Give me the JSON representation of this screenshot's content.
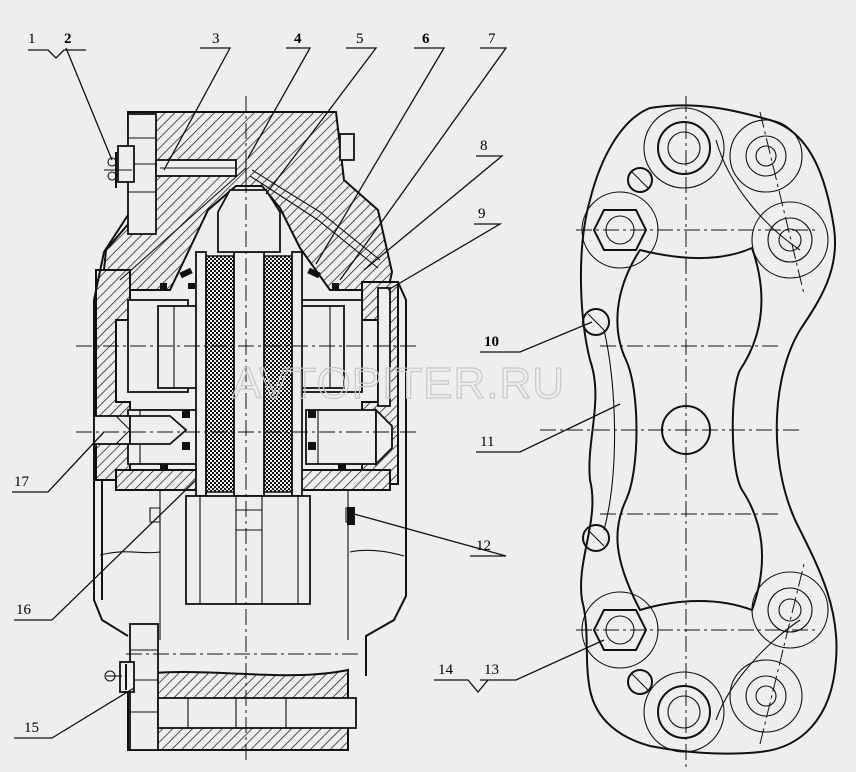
{
  "watermark": "AVTOPITER.RU",
  "callouts": [
    {
      "id": "c1",
      "text": "1"
    },
    {
      "id": "c2",
      "text": "2"
    },
    {
      "id": "c3",
      "text": "3"
    },
    {
      "id": "c4",
      "text": "4"
    },
    {
      "id": "c5",
      "text": "5"
    },
    {
      "id": "c6",
      "text": "6"
    },
    {
      "id": "c7",
      "text": "7"
    },
    {
      "id": "c8",
      "text": "8"
    },
    {
      "id": "c9",
      "text": "9"
    },
    {
      "id": "c10",
      "text": "10"
    },
    {
      "id": "c11",
      "text": "11"
    },
    {
      "id": "c12",
      "text": "12"
    },
    {
      "id": "c13",
      "text": "13"
    },
    {
      "id": "c14",
      "text": "14"
    },
    {
      "id": "c15",
      "text": "15"
    },
    {
      "id": "c16",
      "text": "16"
    },
    {
      "id": "c17",
      "text": "17"
    }
  ],
  "colors": {
    "background": "#eeeeee",
    "ink": "#111111",
    "watermark": "#c8c8c8"
  }
}
